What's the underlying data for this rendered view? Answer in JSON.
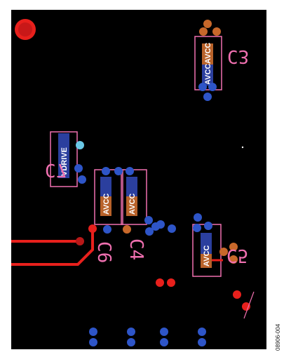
{
  "figure_id": "08906-004",
  "colors": {
    "board": "#000000",
    "silkscreen": "#f070b0",
    "trace": "#e8201c",
    "via_blue": "#2e55c8",
    "via_orange": "#c8682a",
    "pad_blue": "#2b3f9e",
    "pad_orange": "#b8622a",
    "light_blue": "#6ac8e6"
  },
  "components": [
    {
      "ref": "C3",
      "pads": [
        "AVCC",
        "AVCC"
      ]
    },
    {
      "ref": "C7",
      "pads": [
        "VDRIVE"
      ]
    },
    {
      "ref": "C6",
      "pads": [
        "AVCC"
      ]
    },
    {
      "ref": "C4",
      "pads": [
        "AVCC"
      ]
    },
    {
      "ref": "C5",
      "pads": [
        "AVCC"
      ]
    }
  ]
}
